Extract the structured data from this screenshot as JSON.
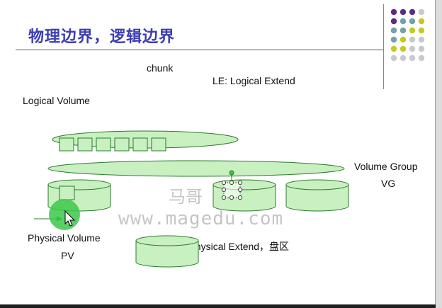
{
  "slide": {
    "title": "物理边界，逻辑边界",
    "labels": {
      "chunk": "chunk",
      "le": "LE: Logical Extend",
      "logical_volume": "Logical Volume",
      "volume_group": "Volume Group",
      "vg": "VG",
      "physical_volume": "Physical Volume",
      "pv": "PV",
      "pe": "PE: Physical Extend，盘区"
    },
    "watermark": {
      "cn": "马哥",
      "url": "www.magedu.com"
    }
  },
  "colors": {
    "title": "#3c3cb4",
    "shape_fill": "#c8f0c0",
    "shape_stroke": "#2e7a2e",
    "cursor_highlight": "#3cc84a",
    "dot_purple": "#5a2d82",
    "dot_teal": "#6fa3a8",
    "dot_yellow": "#c8c81e",
    "dot_grey": "#c8c8d2"
  },
  "icons": [
    "mouse-cursor-icon",
    "selection-handle-icon"
  ]
}
